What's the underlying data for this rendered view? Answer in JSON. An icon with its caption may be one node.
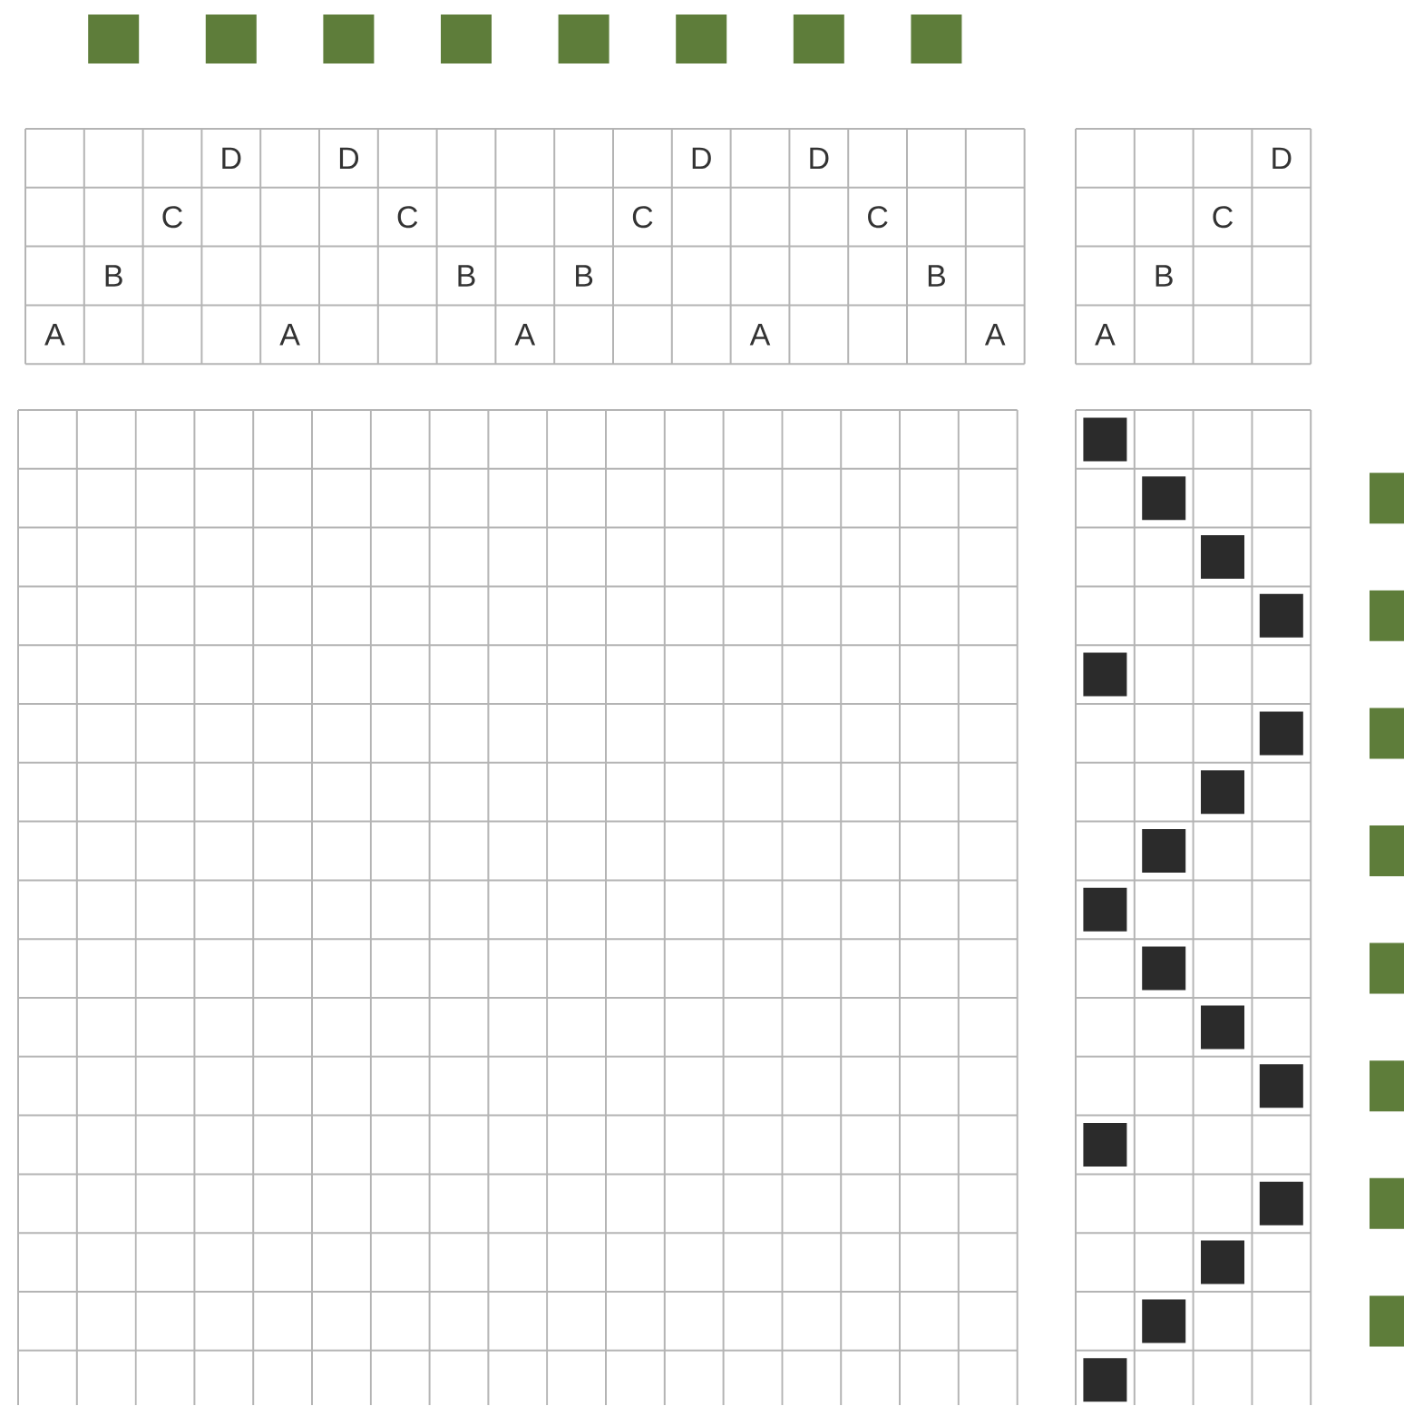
{
  "diagram": {
    "labels": [
      "D",
      "D",
      "D",
      "D",
      "D",
      "C",
      "C",
      "C",
      "C",
      "C",
      "B",
      "B",
      "B",
      "B",
      "B",
      "A",
      "A",
      "A",
      "A",
      "A",
      "A"
    ]
  }
}
